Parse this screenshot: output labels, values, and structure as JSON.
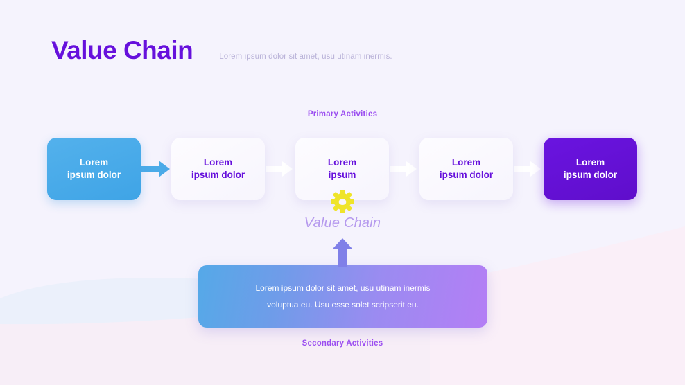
{
  "header": {
    "title": "Value Chain",
    "subtitle": "Lorem ipsum dolor sit amet, usu utinam inermis."
  },
  "labels": {
    "primary": "Primary Activities",
    "secondary": "Secondary Activities",
    "value_chain_caption": "Value Chain"
  },
  "colors": {
    "background": "#F5F3FD",
    "brand_purple": "#6610DC",
    "label_purple": "#9B4EF0",
    "blue": "#4BABE8",
    "gear_yellow": "#EFE42A",
    "up_arrow": "#8080E8",
    "gradient_start": "#55A9E8",
    "gradient_end": "#B47EF5",
    "caption_purple": "#B69AEE"
  },
  "chain": {
    "boxes": [
      {
        "line1": "Lorem",
        "line2": "ipsum dolor",
        "style": "blue"
      },
      {
        "line1": "Lorem",
        "line2": "ipsum dolor",
        "style": "light"
      },
      {
        "line1": "Lorem",
        "line2": "ipsum",
        "style": "light"
      },
      {
        "line1": "Lorem",
        "line2": "ipsum dolor",
        "style": "light"
      },
      {
        "line1": "Lorem",
        "line2": "ipsum dolor",
        "style": "purple"
      }
    ],
    "arrows": [
      {
        "icon": "arrow-right-icon",
        "color": "#4BABE8"
      },
      {
        "icon": "arrow-right-icon",
        "color": "#FFFFFF"
      },
      {
        "icon": "arrow-right-icon",
        "color": "#FFFFFF"
      },
      {
        "icon": "arrow-right-icon",
        "color": "#FFFFFF"
      }
    ],
    "gear": {
      "icon": "gear-icon"
    }
  },
  "secondary": {
    "up_arrow_icon": "arrow-up-icon",
    "line1": "Lorem ipsum dolor sit amet, usu utinam inermis",
    "line2": "voluptua eu. Usu esse solet scripserit eu."
  }
}
